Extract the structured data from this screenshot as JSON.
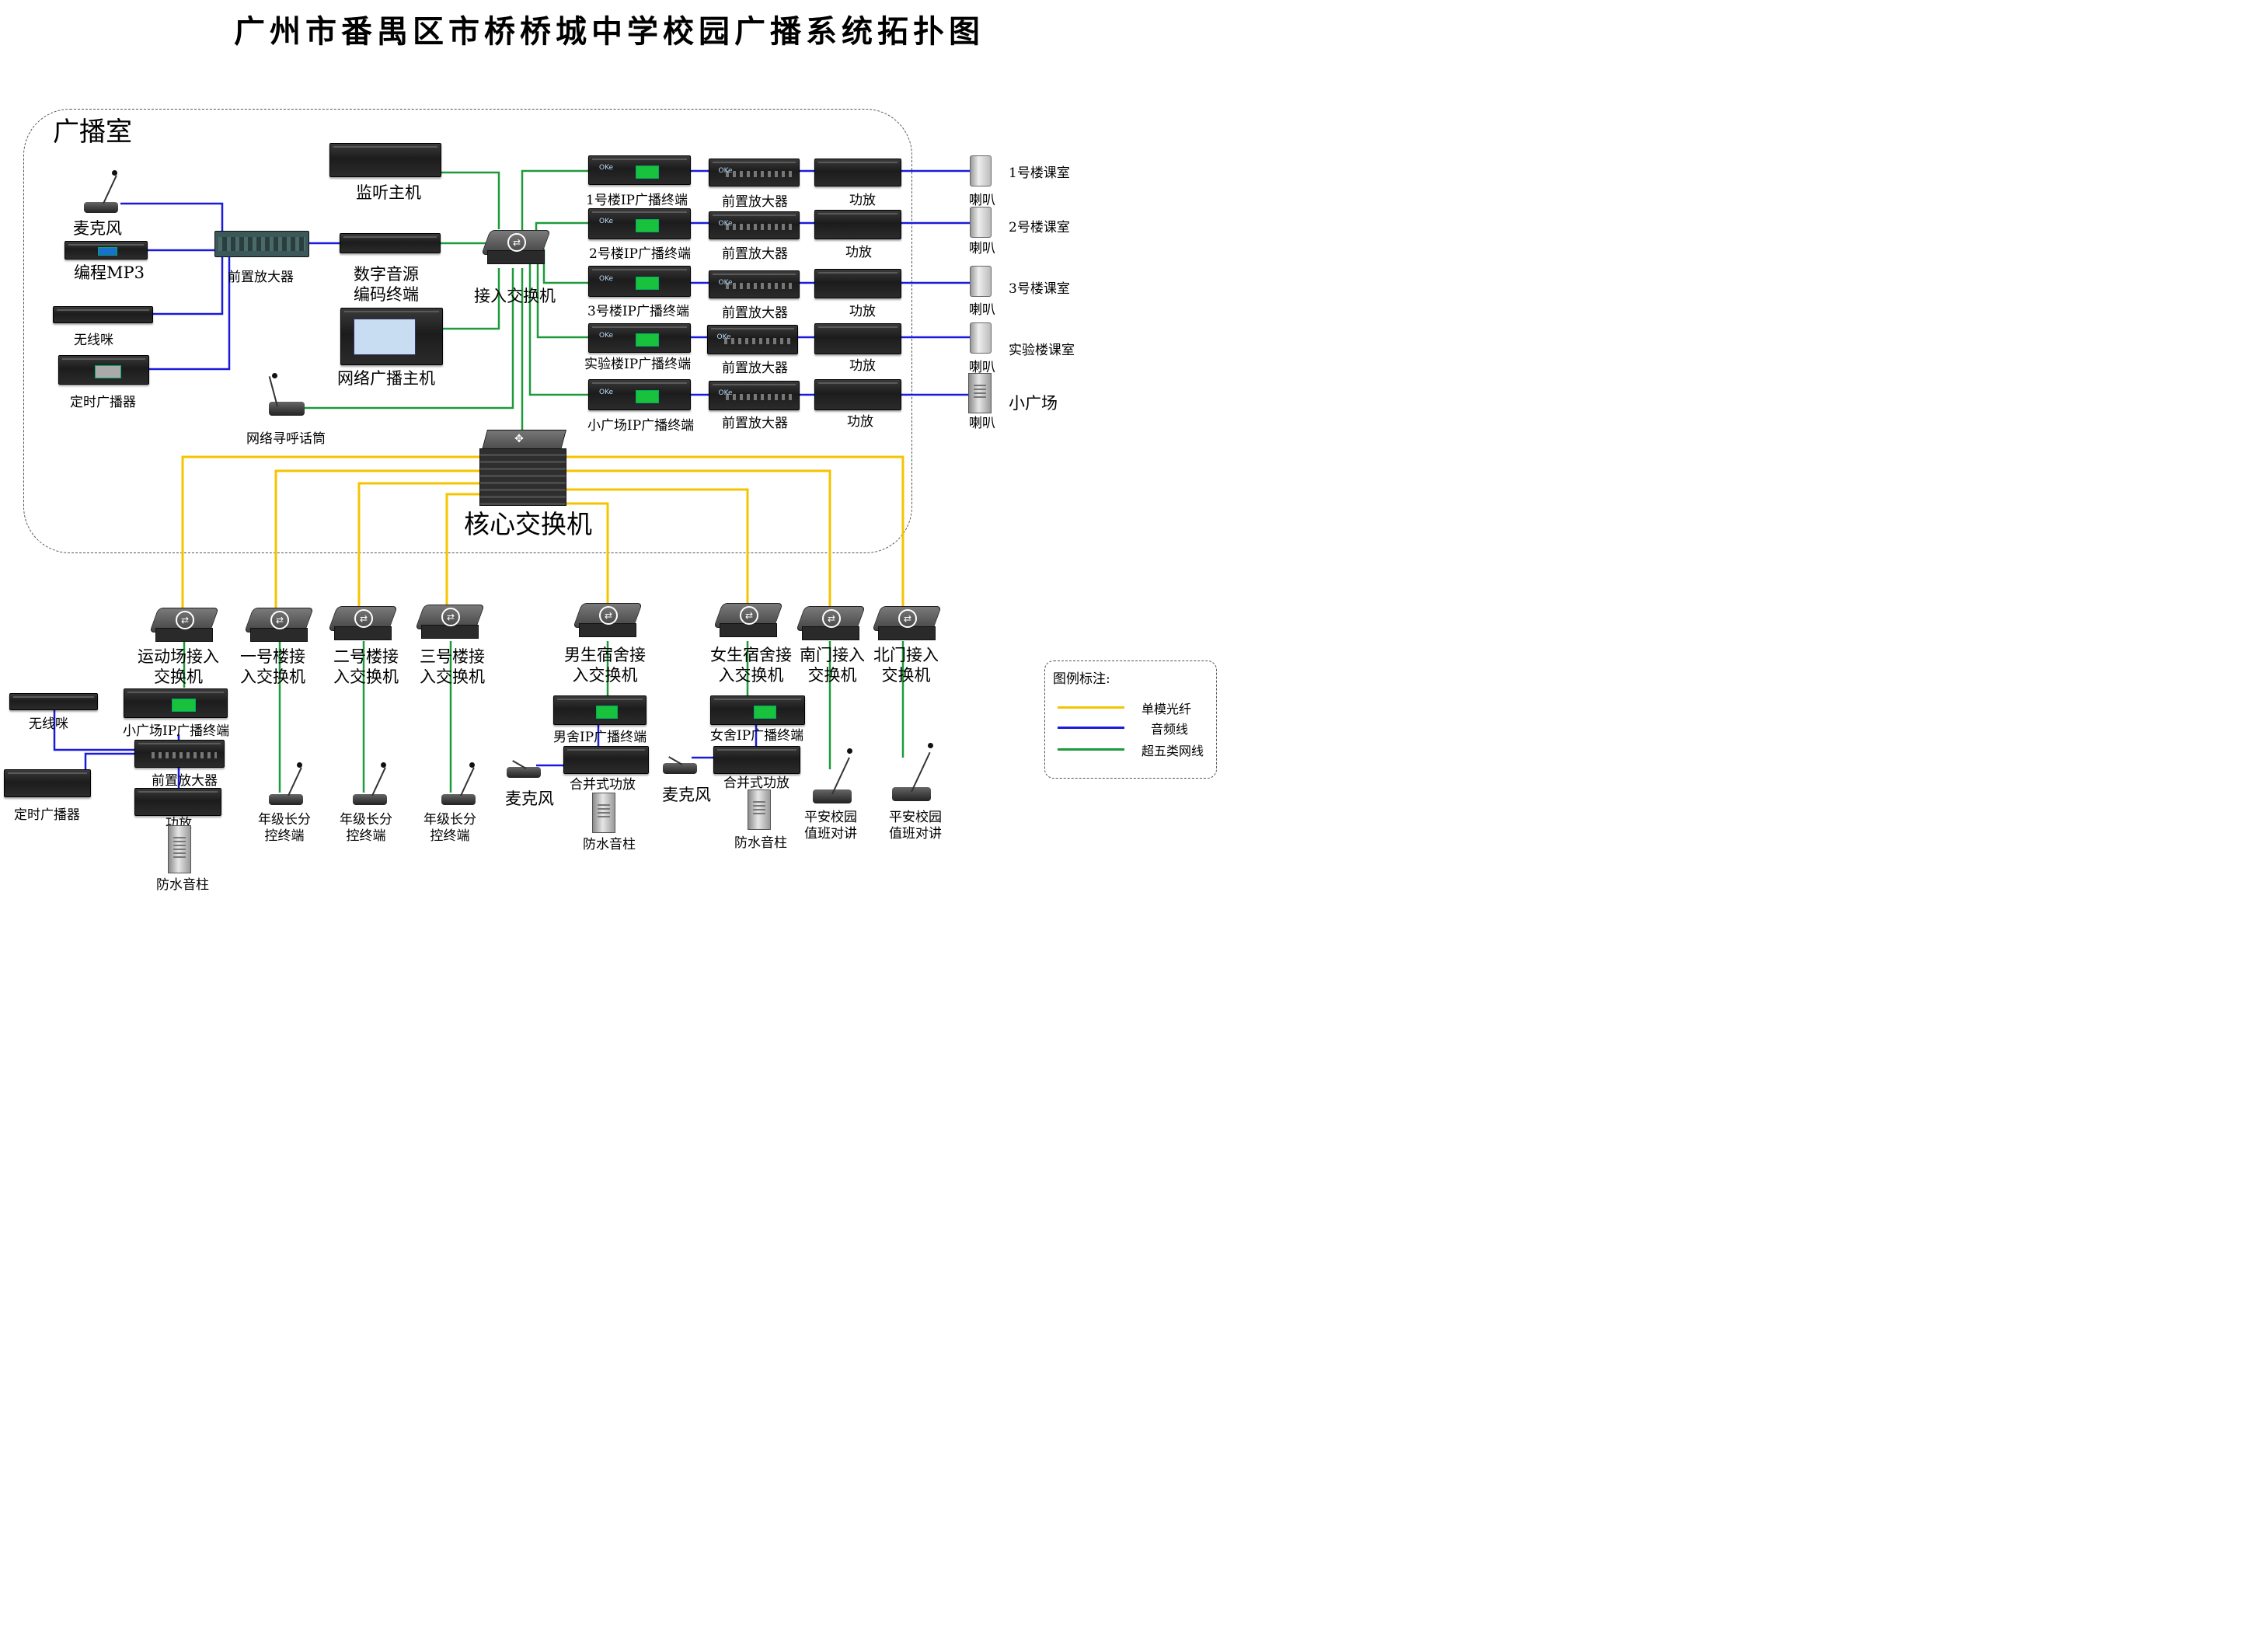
{
  "title": "广州市番禺区市桥桥城中学校园广播系统拓扑图",
  "room_label": "广播室",
  "colors": {
    "fiber": "#f5c400",
    "audio": "#1a1adc",
    "network": "#1e9a3c"
  },
  "devices": {
    "monitor_host": "监听主机",
    "mic": "麦克风",
    "mp3": "编程MP3",
    "wireless_mic": "无线咪",
    "timer": "定时广播器",
    "preamp_main": "前置放大器",
    "encoder": "数字音源\n编码终端",
    "network_host": "网络广播主机",
    "paging_mic": "网络寻呼话筒",
    "access_switch": "接入交换机",
    "core_switch": "核心交换机"
  },
  "rows": [
    {
      "terminal": "1号楼IP广播终端",
      "preamp": "前置放大器",
      "amp": "功放",
      "speaker": "喇叭",
      "dest": "1号楼课室"
    },
    {
      "terminal": "2号楼IP广播终端",
      "preamp": "前置放大器",
      "amp": "功放",
      "speaker": "喇叭",
      "dest": "2号楼课室"
    },
    {
      "terminal": "3号楼IP广播终端",
      "preamp": "前置放大器",
      "amp": "功放",
      "speaker": "喇叭",
      "dest": "3号楼课室"
    },
    {
      "terminal": "实验楼IP广播终端",
      "preamp": "前置放大器",
      "amp": "功放",
      "speaker": "喇叭",
      "dest": "实验楼课室"
    },
    {
      "terminal": "小广场IP广播终端",
      "preamp": "前置放大器",
      "amp": "功放",
      "speaker": "喇叭",
      "dest": "小广场"
    }
  ],
  "switches": [
    "运动场接入\n交换机",
    "一号楼接\n入交换机",
    "二号楼接\n入交换机",
    "三号楼接\n入交换机",
    "男生宿舍接\n入交换机",
    "女生宿舍接\n入交换机",
    "南门接入\n交换机",
    "北门接入\n交换机"
  ],
  "bottom": {
    "wireless_mic": "无线咪",
    "timer": "定时广播器",
    "plaza_terminal": "小广场IP广播终端",
    "preamp": "前置放大器",
    "amp": "功放",
    "column": "防水音柱",
    "grade_control": "年级长分\n控终端",
    "male_terminal": "男舍IP广播终端",
    "female_terminal": "女舍IP广播终端",
    "combined_amp": "合并式功放",
    "mic": "麦克风",
    "intercom": "平安校园\n值班对讲"
  },
  "legend": {
    "title": "图例标注:",
    "items": [
      {
        "label": "单模光纤",
        "color": "#f5c400"
      },
      {
        "label": "音频线",
        "color": "#1a1adc"
      },
      {
        "label": "超五类网线",
        "color": "#1e9a3c"
      }
    ]
  }
}
